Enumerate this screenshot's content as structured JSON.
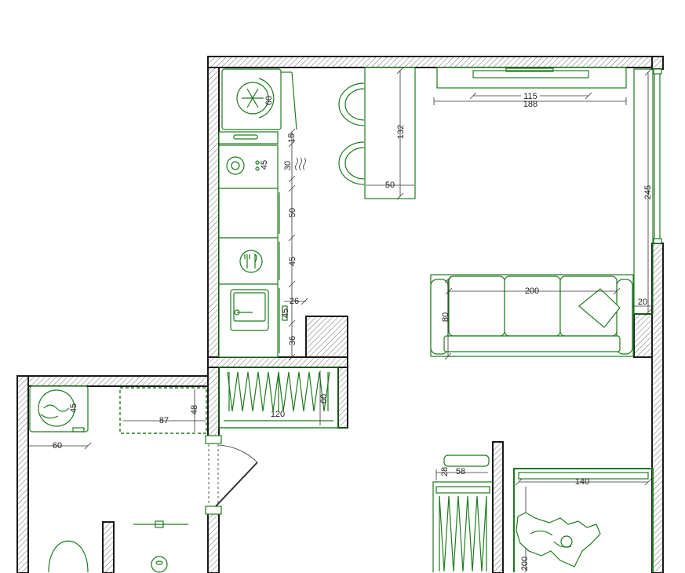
{
  "dimensions": {
    "kitchen": [
      "60",
      "15",
      "30",
      "45",
      "50",
      "45",
      "26",
      "45",
      "36"
    ],
    "bar": [
      "132",
      "50"
    ],
    "tv": [
      "115",
      "188"
    ],
    "window": [
      "245"
    ],
    "sofa": [
      "200",
      "80",
      "20"
    ],
    "bathroom": [
      "45",
      "87",
      "48",
      "60"
    ],
    "closet": [
      "120",
      "60"
    ],
    "bedroom": [
      "28",
      "58",
      "140",
      "200"
    ]
  },
  "icons": {
    "fridge": "snowflake-icon",
    "dishwasher": "fork-knife-icon",
    "washer": "washing-machine-icon",
    "bed": "person-figure-icon"
  },
  "colors": {
    "furniture_line": "#1e7b1e",
    "wall_outline": "#1a1a1a",
    "hatch": "#6e6e6e",
    "background": "#ffffff"
  }
}
